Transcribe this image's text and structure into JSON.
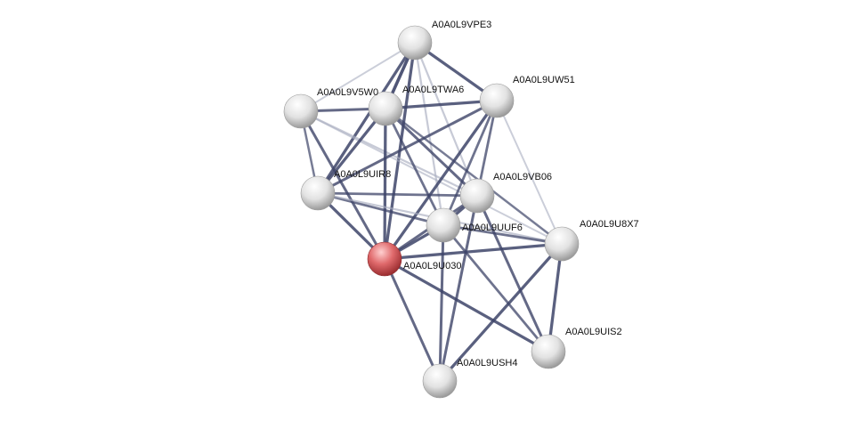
{
  "colors": {
    "edge_strong": "#3d4468",
    "edge_weak": "#a9aec0",
    "query_node": "#d9595c",
    "node": "#e4e4e4"
  },
  "nodes": [
    {
      "id": "A0A0L9VPE3",
      "label": "A0A0L9VPE3",
      "query": false
    },
    {
      "id": "A0A0L9V5W0",
      "label": "A0A0L9V5W0",
      "query": false
    },
    {
      "id": "A0A0L9TWA6",
      "label": "A0A0L9TWA6",
      "query": false
    },
    {
      "id": "A0A0L9UW51",
      "label": "A0A0L9UW51",
      "query": false
    },
    {
      "id": "A0A0L9UIR8",
      "label": "A0A0L9UIR8",
      "query": false
    },
    {
      "id": "A0A0L9VB06",
      "label": "A0A0L9VB06",
      "query": false
    },
    {
      "id": "A0A0L9UUF6",
      "label": "A0A0L9UUF6",
      "query": false
    },
    {
      "id": "A0A0L9U030",
      "label": "A0A0L9U030",
      "query": true
    },
    {
      "id": "A0A0L9U8X7",
      "label": "A0A0L9U8X7",
      "query": false
    },
    {
      "id": "A0A0L9UIS2",
      "label": "A0A0L9UIS2",
      "query": false
    },
    {
      "id": "A0A0L9USH4",
      "label": "A0A0L9USH4",
      "query": false
    }
  ],
  "edges": [
    [
      0,
      2,
      0.9
    ],
    [
      0,
      3,
      0.8
    ],
    [
      0,
      7,
      0.8
    ],
    [
      0,
      4,
      0.8
    ],
    [
      0,
      6,
      0.4
    ],
    [
      0,
      5,
      0.4
    ],
    [
      0,
      1,
      0.3
    ],
    [
      1,
      2,
      0.7
    ],
    [
      1,
      4,
      0.5
    ],
    [
      1,
      7,
      0.7
    ],
    [
      1,
      5,
      0.4
    ],
    [
      1,
      8,
      0.3
    ],
    [
      2,
      3,
      0.8
    ],
    [
      2,
      4,
      0.8
    ],
    [
      2,
      7,
      0.8
    ],
    [
      2,
      5,
      0.7
    ],
    [
      2,
      6,
      0.6
    ],
    [
      2,
      8,
      0.5
    ],
    [
      3,
      4,
      0.7
    ],
    [
      3,
      7,
      0.8
    ],
    [
      3,
      5,
      0.6
    ],
    [
      3,
      6,
      0.6
    ],
    [
      3,
      8,
      0.3
    ],
    [
      4,
      7,
      0.8
    ],
    [
      4,
      6,
      0.6
    ],
    [
      4,
      5,
      0.6
    ],
    [
      4,
      8,
      0.4
    ],
    [
      5,
      7,
      0.7
    ],
    [
      5,
      6,
      0.8
    ],
    [
      5,
      9,
      0.7
    ],
    [
      5,
      10,
      0.7
    ],
    [
      6,
      7,
      0.8
    ],
    [
      6,
      10,
      0.7
    ],
    [
      6,
      8,
      0.6
    ],
    [
      6,
      9,
      0.6
    ],
    [
      7,
      8,
      0.8
    ],
    [
      7,
      9,
      0.8
    ],
    [
      7,
      10,
      0.7
    ],
    [
      8,
      9,
      0.8
    ],
    [
      8,
      10,
      0.8
    ]
  ]
}
